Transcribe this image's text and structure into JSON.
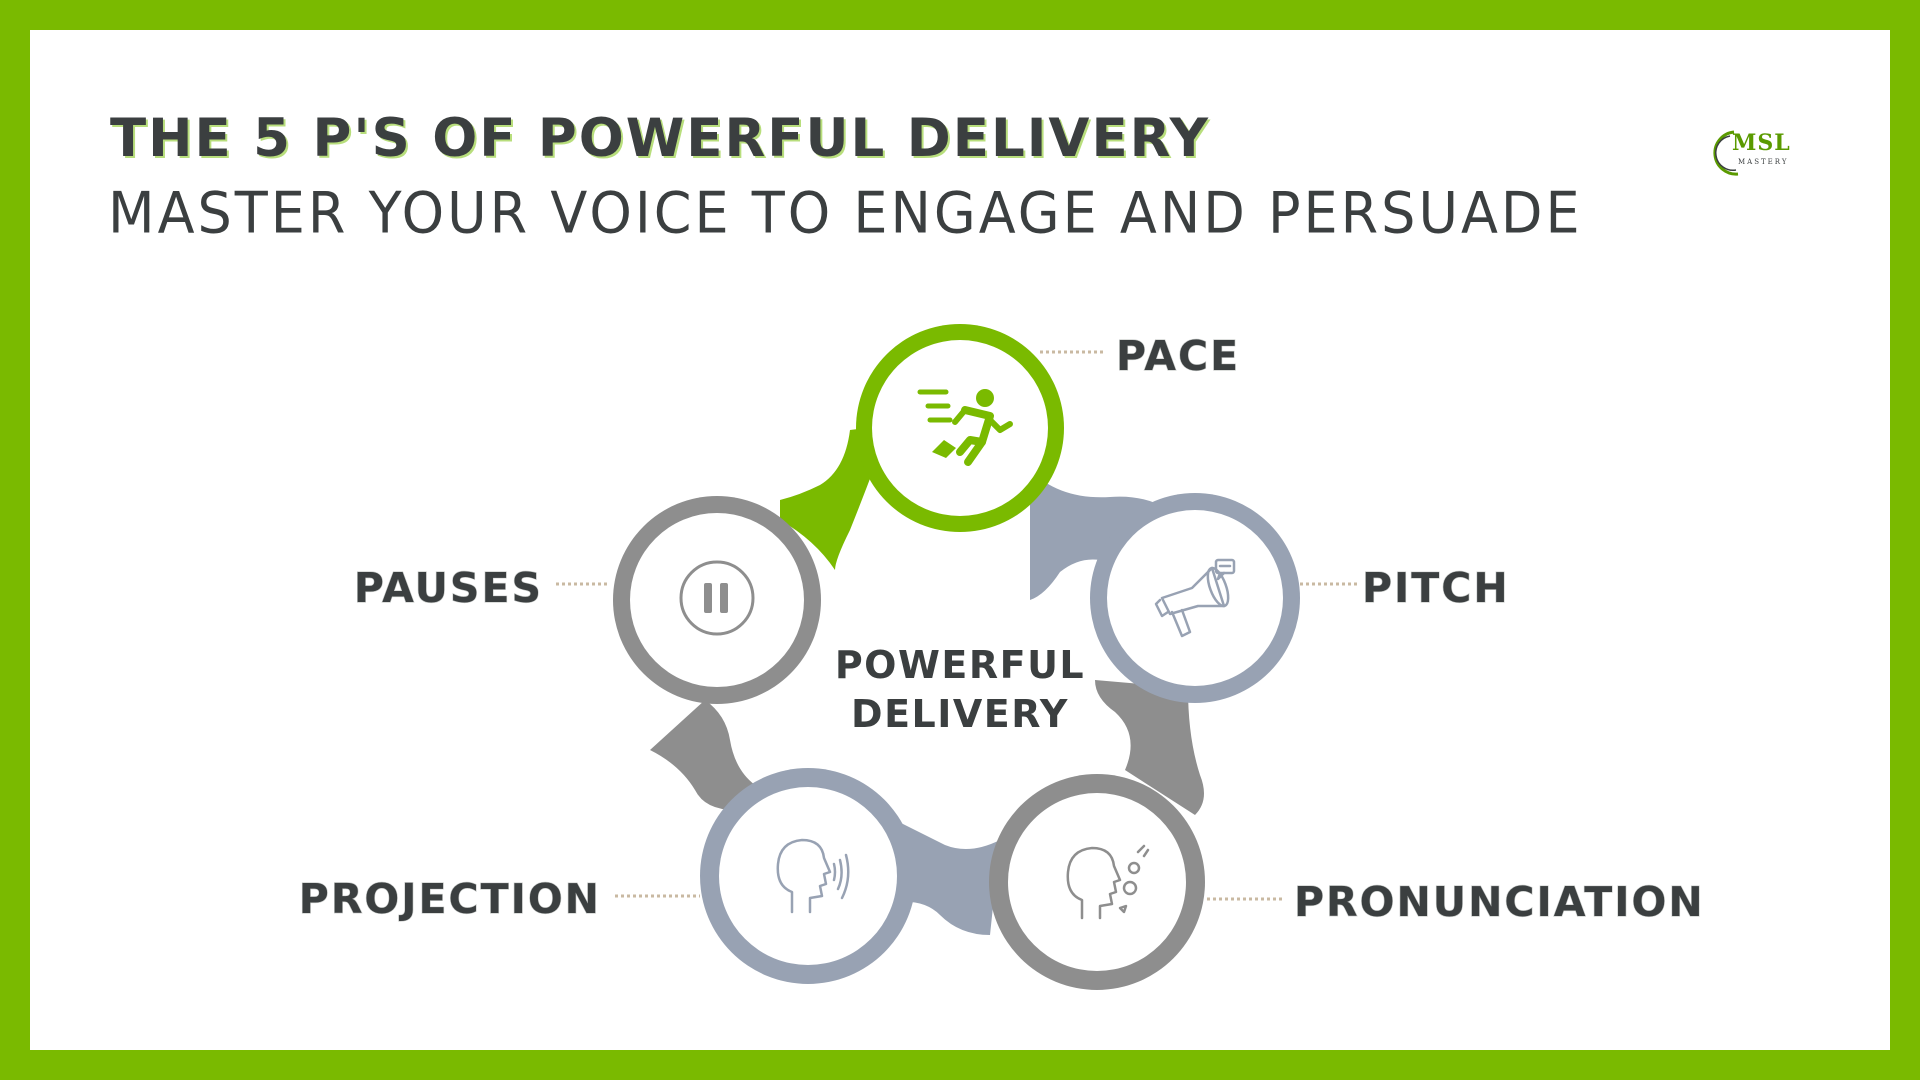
{
  "header": {
    "title": "THE 5 P'S OF POWERFUL DELIVERY",
    "subtitle": "MASTER YOUR VOICE TO ENGAGE AND PERSUADE"
  },
  "logo": {
    "main": "MSL",
    "sub": "MASTERY"
  },
  "diagram": {
    "center_line1": "POWERFUL",
    "center_line2": "DELIVERY",
    "nodes": [
      {
        "label": "PACE",
        "icon": "running-person-icon",
        "color": "#7aba00"
      },
      {
        "label": "PITCH",
        "icon": "megaphone-icon",
        "color": "#98a2b3"
      },
      {
        "label": "PRONUNCIATION",
        "icon": "speaking-head-articulation-icon",
        "color": "#8e8e8e"
      },
      {
        "label": "PROJECTION",
        "icon": "speaking-head-sound-icon",
        "color": "#98a2b3"
      },
      {
        "label": "PAUSES",
        "icon": "pause-icon",
        "color": "#8e8e8e"
      }
    ]
  },
  "colors": {
    "border_green": "#7aba00",
    "text_dark": "#3b3f40",
    "connector_dots": "#c9b9a2"
  }
}
